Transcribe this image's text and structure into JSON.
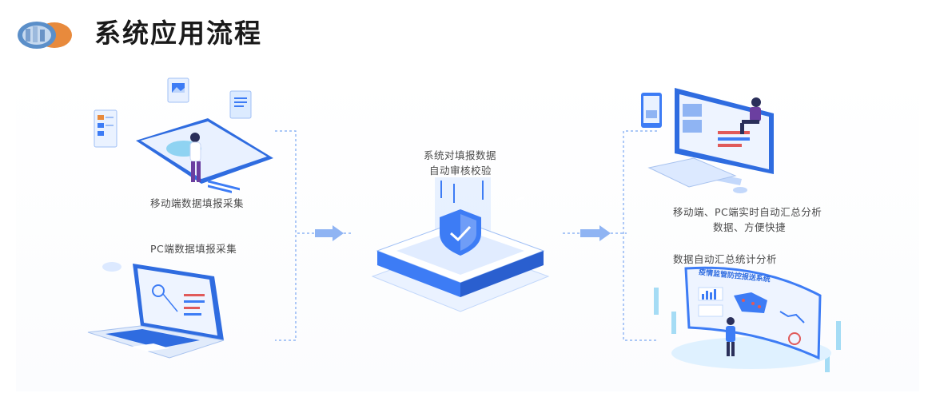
{
  "header": {
    "title": "系统应用流程"
  },
  "diagram": {
    "left": {
      "mobile_label": "移动端数据填报采集",
      "pc_label": "PC端数据填报采集"
    },
    "center": {
      "line1": "系统对填报数据",
      "line2": "自动审核校验"
    },
    "right": {
      "summary_line1": "移动端、PC端实时自动汇总分析",
      "summary_line2": "数据、方便快捷",
      "stats_label": "数据自动汇总统计分析",
      "screen_title": "疫情监管防控报送系统"
    }
  },
  "colors": {
    "primary": "#3d7cf5",
    "light": "#d9e8ff",
    "dashed": "#7aa7f2",
    "accent": "#e05a5a"
  }
}
